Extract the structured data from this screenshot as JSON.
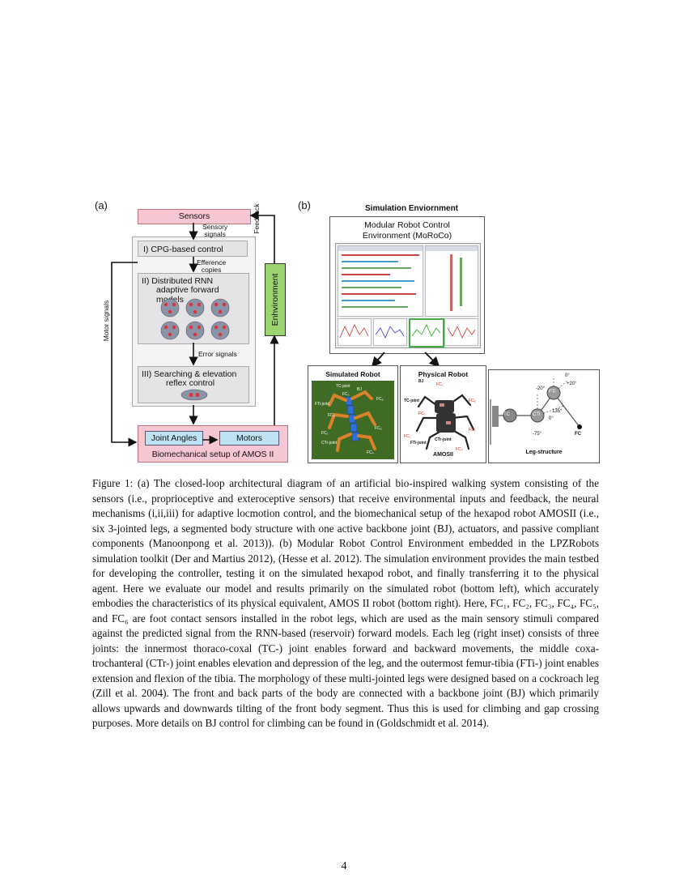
{
  "panel_a": {
    "label": "(a)",
    "sensors": "Sensors",
    "sensory_signals": [
      "Sensory",
      "signals"
    ],
    "feedback": "Feedback",
    "cpg": "I)    CPG-based control",
    "efference": [
      "Efference",
      "copies"
    ],
    "rnn_line1": "II)     Distributed RNN",
    "rnn_line2": "adaptive forward models",
    "error_signals": "Error signals",
    "search_line1": "III)  Searching & elevation",
    "search_line2": "reflex control",
    "motor_signals": "Motor signals",
    "environment": "Enhvironment",
    "joint_angles": "Joint Angles",
    "motors": "Motors",
    "biomech": "Biomechanical setup of AMOS II"
  },
  "panel_b": {
    "label": "(b)",
    "sim_title": "Simulation Enviornment",
    "moroco_line1": "Modular Robot Control",
    "moroco_line2": "Environment (MoRoCo)",
    "simulated_robot": "Simulated Robot",
    "physical_robot": "Physical Robot",
    "amosii": "AMOSII",
    "leg_structure": "Leg-structure",
    "sim_labels": [
      "TC-joint",
      "BJ",
      "FTi-joint",
      "FC₁",
      "CTr-joint",
      "FC₄",
      "FC₂",
      "FC₃",
      "FC₅",
      "FC₆"
    ],
    "phys_labels": [
      "BJ",
      "TC-joint",
      "FC₁",
      "FTi-joint",
      "CTr-joint",
      "FC₄",
      "FC₃",
      "FC₅",
      "FC₆",
      "FC₂"
    ],
    "leg": {
      "tc": "TC",
      "ctr": "CTr",
      "fti": "FTi",
      "fc": "FC",
      "a_minus20": "-20°",
      "a_0_top": "0°",
      "a_plus20": "+20°",
      "a_135": "135°",
      "a_0_mid": "0°",
      "a_minus75": "-75°"
    }
  },
  "caption": "Figure 1: (a) The closed-loop architectural diagram of an artificial bio-inspired walking system consisting of the sensors (i.e., proprioceptive and exteroceptive sensors) that receive environmental inputs and feedback, the neural mechanisms (i,ii,iii) for adaptive locmotion control, and the biomechanical setup of the hexapod robot AMOSII (i.e., six 3-jointed legs, a segmented body structure with one active backbone joint (BJ), actuators, and passive compliant components (Manoonpong et al. 2013)). (b) Modular Robot Control Environment embedded in the LPZRobots simulation toolkit (Der and Martius 2012), (Hesse et al. 2012). The simulation environment provides the main testbed for developing the controller, testing it on the simulated hexapod robot, and finally transferring it to the physical agent. Here we evaluate our model and results primarily on the simulated robot (bottom left), which accurately embodies the characteristics of its physical equivalent, AMOS II robot (bottom right). Here, FC₁, FC₂, FC₃, FC₄, FC₅, and FC₆ are foot contact sensors installed in the robot legs, which are used as the main sensory stimuli compared against the predicted signal from the RNN-based (reservoir) forward models. Each leg (right inset) consists of three joints: the innermost thoraco-coxal (TC-) joint enables forward and backward movements, the middle coxa-trochanteral (CTr-) joint enables elevation and depression of the leg, and the outermost femur-tibia (FTi-) joint enables extension and flexion of the tibia. The morphology of these multi-jointed legs were designed based on a cockroach leg (Zill et al. 2004). The front and back parts of the body are connected with a backbone joint (BJ) which primarily allows upwards and downwards tilting of the front body segment. Thus this is used for climbing and gap crossing purposes. More details on BJ control for climbing can be found in (Goldschmidt et al. 2014).",
  "page_number": "4"
}
